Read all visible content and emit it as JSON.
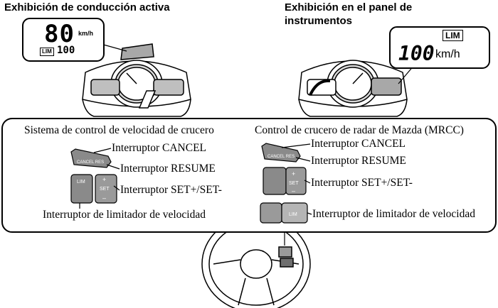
{
  "headings": {
    "left": "Exhibición de conducción activa",
    "right_line1": "Exhibición en el panel de",
    "right_line2": "instrumentos"
  },
  "active_display": {
    "speed": "80",
    "speed_unit": "km/h",
    "lim_badge": "LIM",
    "limit_value": "100"
  },
  "cluster_display": {
    "lim_badge": "LIM",
    "speed": "100",
    "speed_unit": "km/h"
  },
  "panel": {
    "left_title": "Sistema de control de velocidad de crucero",
    "right_title": "Control de crucero de radar de Mazda (MRCC)",
    "left_labels": {
      "cancel": "Interruptor CANCEL",
      "resume": "Interruptor RESUME",
      "set": "Interruptor SET+/SET-",
      "limiter": "Interruptor de limitador de velocidad"
    },
    "right_labels": {
      "cancel": "Interruptor CANCEL",
      "resume": "Interruptor RESUME",
      "set": "Interruptor SET+/SET-",
      "limiter": "Interruptor de limitador de velocidad"
    }
  },
  "switch_prints": {
    "cancel_res": "CANCEL RES",
    "lim": "LIM",
    "set": "SET",
    "plus": "+",
    "minus": "–"
  }
}
